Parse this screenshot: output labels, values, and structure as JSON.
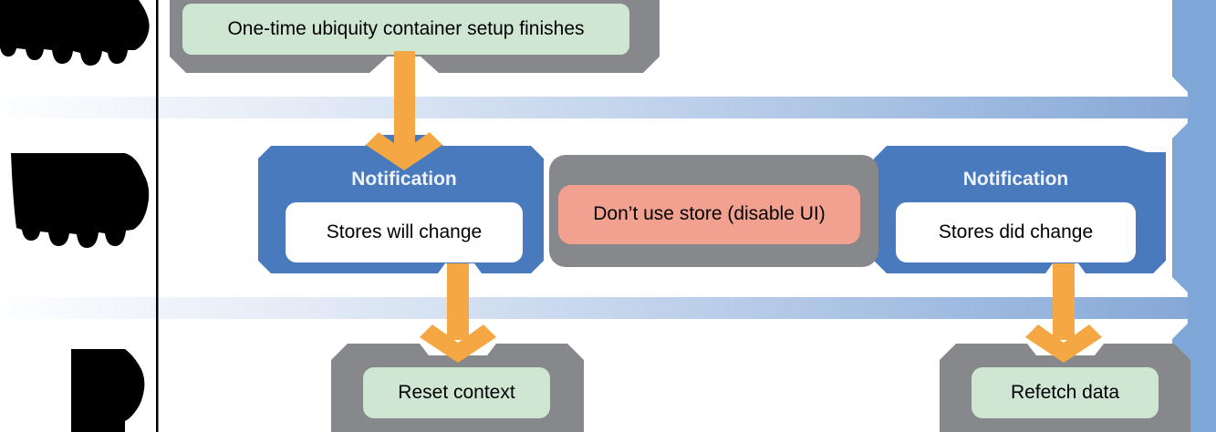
{
  "figure": {
    "description": "Flow diagram of ubiquity container setup and store-change notifications",
    "swimlane_labels_redacted_count": 3
  },
  "nodes": {
    "top_event": {
      "label": "One-time ubiquity container setup finishes"
    },
    "notification_left": {
      "title": "Notification",
      "message": "Stores will change"
    },
    "disable_ui": {
      "label": "Don’t use store (disable UI)"
    },
    "notification_right": {
      "title": "Notification",
      "message": "Stores did change"
    },
    "reset_context": {
      "label": "Reset context"
    },
    "refetch_data": {
      "label": "Refetch data"
    }
  },
  "colors": {
    "c-blue": "#4a7abe",
    "c-gray": "#86888b",
    "c-green": "#cfe6d2",
    "c-salmon": "#f2a191",
    "c-orange": "#f4a742",
    "c-bar": "#7ea7d8",
    "c-band-0": "#fdfeff",
    "c-band-1": "#e3ebf6",
    "c-band-2": "#b9cde9",
    "c-band-3": "#83a6d6",
    "c-white": "#ffffff",
    "c-black": "#000000",
    "c-notif-text": "#eef3fa"
  }
}
